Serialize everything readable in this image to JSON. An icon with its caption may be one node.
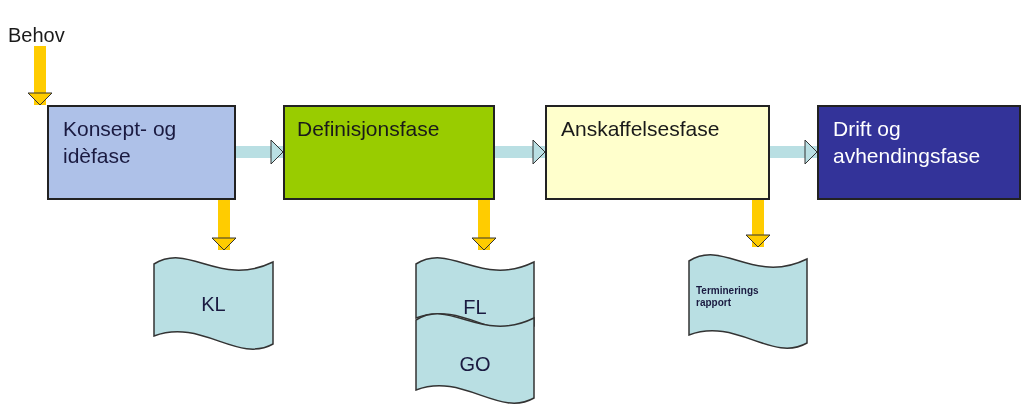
{
  "diagram": {
    "nodes": [
      {
        "text": [
          "Behov"
        ]
      },
      {
        "text": [
          "Konsept- og idèfase"
        ]
      },
      {
        "text": [
          "Definisjonsfase"
        ]
      },
      {
        "text": [
          "Anskaffelsesfase"
        ]
      },
      {
        "text": [
          "Drift og avhendingsfase"
        ]
      },
      {
        "text": [
          "KL"
        ]
      },
      {
        "text": [
          "FL"
        ]
      },
      {
        "text": [
          "GO"
        ]
      },
      {
        "text": [
          "Terminerings rapport"
        ]
      }
    ],
    "edges": [
      {
        "from": 0,
        "to": 1,
        "arrow": "to"
      },
      {
        "from": 1,
        "to": 2,
        "arrow": "to",
        "color": "#b9dfe3"
      },
      {
        "from": 2,
        "to": 3,
        "arrow": "to",
        "color": "#b9dfe3"
      },
      {
        "from": 3,
        "to": 4,
        "arrow": "to",
        "color": "#b9dfe3"
      },
      {
        "from": 1,
        "to": 5,
        "arrow": "to"
      },
      {
        "from": 2,
        "to": 6,
        "arrow": "to"
      },
      {
        "from": 3,
        "to": 8,
        "arrow": "to"
      }
    ]
  }
}
